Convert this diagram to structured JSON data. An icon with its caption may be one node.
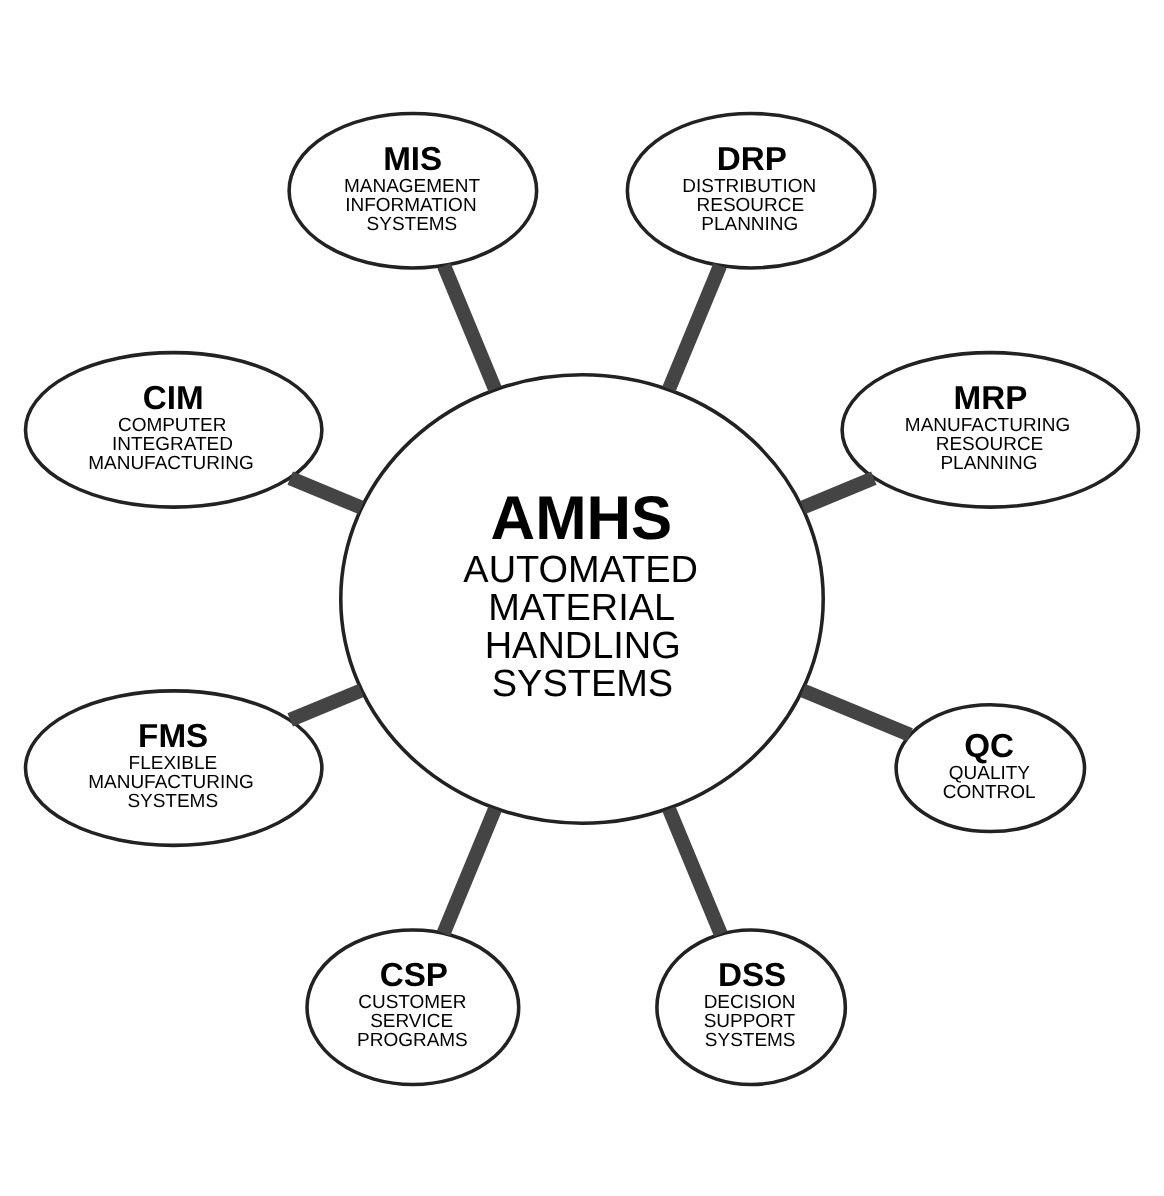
{
  "diagram": {
    "nodes": [
      {
        "text": [
          "MRP",
          "MANUFACTURING RESOURCE PLANNING"
        ]
      },
      {
        "text": [
          "DRP",
          "DISTRIBUTION RESOURCE PLANNING"
        ]
      },
      {
        "text": [
          "MIS",
          "MANAGEMENT INFORMATION SYSTEMS"
        ]
      },
      {
        "text": [
          "CIM",
          "COMPUTER INTEGRATED MANUFACTURING"
        ]
      },
      {
        "text": [
          "AMHS",
          "AUTOMATED MATERIAL HANDLING SYSTEMS"
        ]
      },
      {
        "text": [
          "FMS",
          "FLEXIBLE MANUFACTURING SYSTEMS"
        ]
      },
      {
        "text": [
          "CSP",
          "CUSTOMER SERVICE PROGRAMS"
        ]
      },
      {
        "text": [
          "DSS",
          "DECISION SUPPORT SYSTEMS"
        ]
      },
      {
        "text": [
          "QC",
          "QUALITY CONTROL"
        ]
      }
    ],
    "edges": [
      {
        "from": 4,
        "to": 0,
        "arrow": "none"
      },
      {
        "from": 4,
        "to": 1,
        "arrow": "none"
      },
      {
        "from": 4,
        "to": 2,
        "arrow": "none"
      },
      {
        "from": 4,
        "to": 3,
        "arrow": "none"
      },
      {
        "from": 4,
        "to": 5,
        "arrow": "none"
      },
      {
        "from": 4,
        "to": 6,
        "arrow": "none"
      },
      {
        "from": 4,
        "to": 7,
        "arrow": "none"
      },
      {
        "from": 4,
        "to": 8,
        "arrow": "none"
      }
    ]
  }
}
